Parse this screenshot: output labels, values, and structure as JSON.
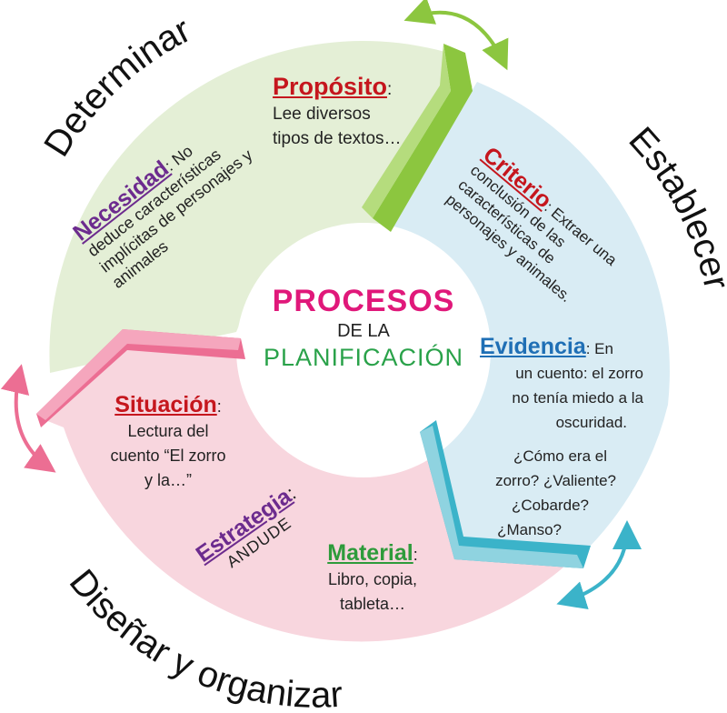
{
  "center": {
    "line1": "PROCESOS",
    "line2": "DE LA",
    "line3": "PLANIFICACIÓN"
  },
  "phases": {
    "determinar": "Determinar",
    "establecer": "Establecer",
    "disenar": "Diseñar y organizar"
  },
  "proposito": {
    "term": "Propósito",
    "punct": ":",
    "lines": [
      "Lee diversos",
      "tipos de textos…"
    ]
  },
  "necesidad": {
    "term": "Necesidad",
    "text": ": No deduce características implícitas de personajes y animales"
  },
  "criterio": {
    "term": "Criterio",
    "text": ": Extraer una conclusión de las características de personajes y animales."
  },
  "evidencia": {
    "term": "Evidencia",
    "lines": [
      ": En",
      "un cuento: el zorro",
      "no tenía miedo a la",
      "oscuridad."
    ],
    "questions": [
      "¿Cómo era el",
      "zorro? ¿Valiente?",
      "¿Cobarde?",
      "¿Manso?"
    ]
  },
  "situacion": {
    "term": "Situación",
    "punct": ":",
    "lines": [
      "Lectura del",
      "cuento “El zorro",
      "y la…”"
    ]
  },
  "estrategia": {
    "term": "Estrategia",
    "punct": ":",
    "value": "ANDUDE"
  },
  "material": {
    "term": "Material",
    "punct": ":",
    "lines": [
      "Libro, copia,",
      "tableta…"
    ]
  },
  "colors": {
    "green_sector": "#e4efd6",
    "blue_sector": "#d9ecf4",
    "pink_sector": "#f8d6de",
    "green_arrow": "#8cc63f",
    "blue_arrow": "#3bb3c9",
    "pink_arrow": "#ec6e93",
    "term_red": "#c5161d",
    "term_purple": "#6c2b8e",
    "term_blue": "#1f6fb5",
    "term_green": "#2e9b3b",
    "center_pink": "#e0187a",
    "center_green": "#2aa24a"
  },
  "icons": [
    "double-arrow-icon-green",
    "double-arrow-icon-blue",
    "double-arrow-icon-pink"
  ]
}
